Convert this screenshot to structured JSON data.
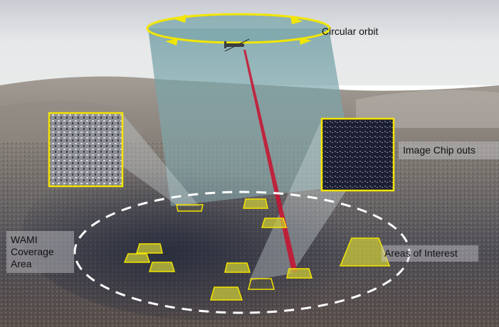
{
  "labels": {
    "orbit": "Circular orbit",
    "chips": "Image Chip outs",
    "coverage_line1": "WAMI",
    "coverage_line2": "Coverage",
    "coverage_line3": "Area",
    "aoi": "Areas of Interest"
  },
  "colors": {
    "orbit": "#f2e600",
    "chip_border": "#f4e400",
    "aoi_fill": "#c8c83a",
    "aoi_stroke": "#f4e400",
    "laser": "#c8102e",
    "cone": "#6fa3a8",
    "coverage_ring": "#ffffff"
  }
}
